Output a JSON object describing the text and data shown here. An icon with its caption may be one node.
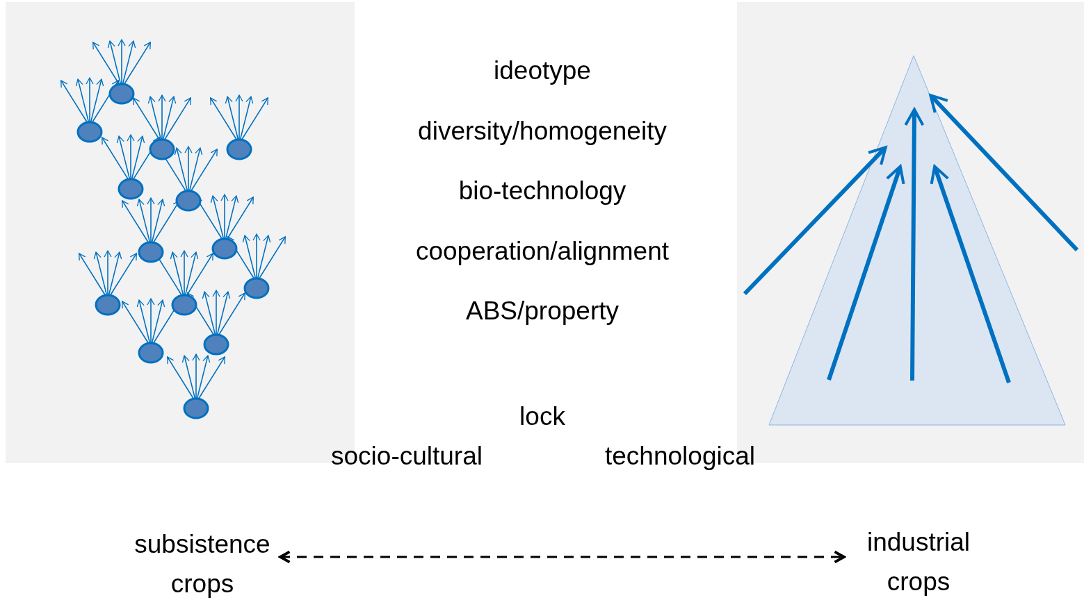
{
  "diagram": {
    "nodes": [
      {
        "text": [
          "subsistence crops"
        ]
      },
      {
        "text": [
          "industrial crops"
        ]
      }
    ],
    "edges": [
      {
        "from": 0,
        "to": 1,
        "arrow": "both",
        "style": "dashed"
      }
    ],
    "labels": [
      "ideotype",
      "diversity/homogeneity",
      "bio-technology",
      "cooperation/alignment",
      "ABS/property",
      "lock",
      "socio-cultural",
      "technological"
    ]
  }
}
